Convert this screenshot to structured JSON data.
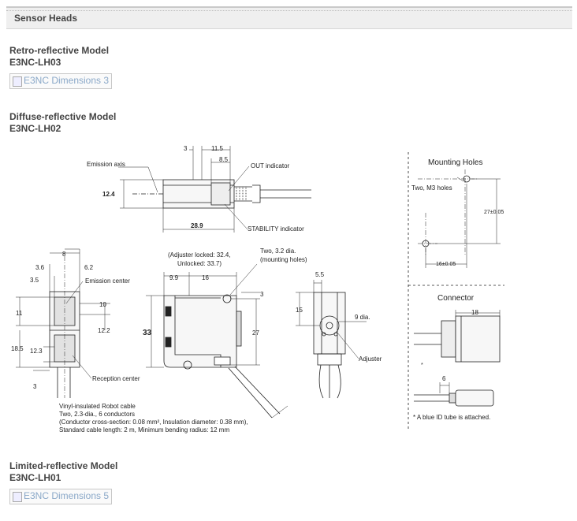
{
  "header": {
    "title": "Sensor Heads"
  },
  "sections": [
    {
      "title": "Retro-reflective Model",
      "code": "E3NC-LH03",
      "image_alt": "E3NC Dimensions 3"
    },
    {
      "title": "Diffuse-reflective Model",
      "code": "E3NC-LH02"
    },
    {
      "title": "Limited-reflective Model",
      "code": "E3NC-LH01",
      "image_alt": "E3NC Dimensions 5"
    }
  ],
  "drawing": {
    "top_view": {
      "dim_3": "3",
      "dim_11_5": "11.5",
      "dim_8_5": "8.5",
      "dim_12_4": "12.4",
      "dim_28_9": "28.9",
      "emission_axis": "Emission axis",
      "out_indicator": "OUT indicator",
      "stability_indicator": "STABILITY indicator"
    },
    "front_view": {
      "dim_8": "8",
      "dim_3_6": "3.6",
      "dim_6_2": "6.2",
      "dim_3_5": "3.5",
      "emission_center": "Emission center",
      "dim_11": "11",
      "dim_10": "10",
      "dim_12_2": "12.2",
      "dim_18_5": "18.5",
      "dim_12_3": "12.3",
      "dim_3_b": "3",
      "reception_center": "Reception center"
    },
    "side_view": {
      "adjuster_locked": "(Adjuster locked: 32.4,",
      "adjuster_unlocked": "Unlocked: 33.7)",
      "holes_line1": "Two, 3.2 dia.",
      "holes_line2": "(mounting holes)",
      "dim_9_9": "9.9",
      "dim_16": "16",
      "dim_3": "3",
      "dim_33": "33",
      "dim_27": "27"
    },
    "back_view": {
      "dim_5_5": "5.5",
      "dim_15": "15",
      "dim_9_dia": "9 dia.",
      "adjuster": "Adjuster"
    },
    "cable_note": [
      "Vinyl-insulated Robot cable",
      "Two, 2.3-dia., 6 conductors",
      "(Conductor cross-section: 0.08 mm², Insulation diameter: 0.38 mm),",
      "Standard cable length: 2 m, Minimum bending radius: 12 mm"
    ],
    "mounting_holes": {
      "title": "Mounting Holes",
      "label": "Two, M3 holes",
      "dim_27": "27±0.05",
      "dim_16": "16±0.05"
    },
    "connector": {
      "title": "Connector",
      "dim_18": "18",
      "dim_6": "6",
      "note": "* A blue ID tube is attached.",
      "star": "*"
    }
  }
}
